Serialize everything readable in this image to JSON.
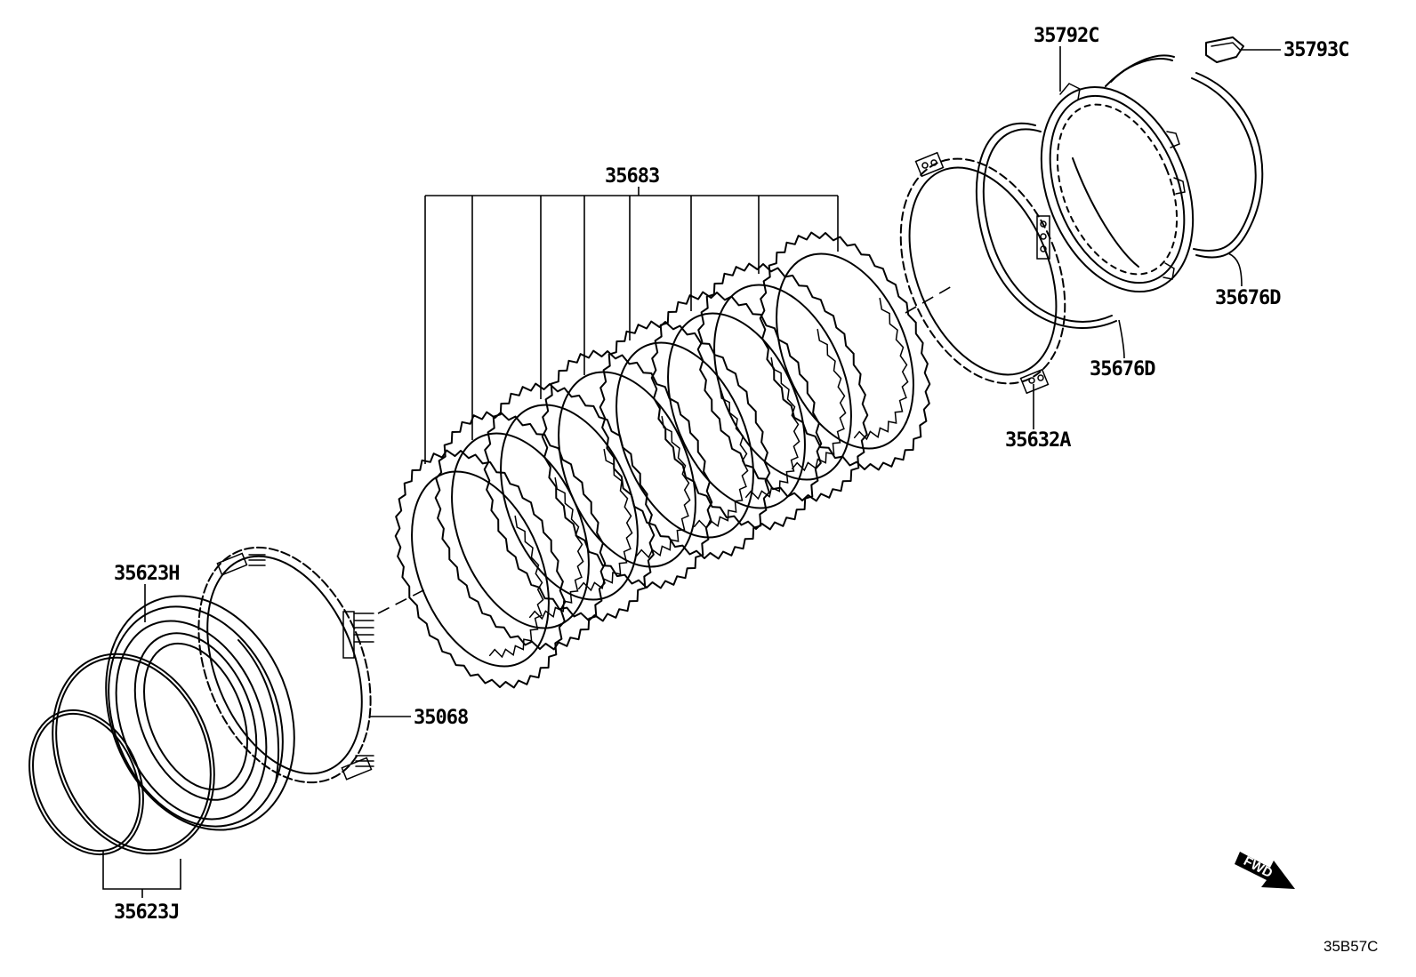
{
  "parts": {
    "p35792C": "35792C",
    "p35793C": "35793C",
    "p35683": "35683",
    "p35676D_upper": "35676D",
    "p35676D_lower": "35676D",
    "p35632A": "35632A",
    "p35623H": "35623H",
    "p35068": "35068",
    "p35623J": "35623J"
  },
  "direction_arrow": "FWD",
  "diagram_code": "35B57C"
}
